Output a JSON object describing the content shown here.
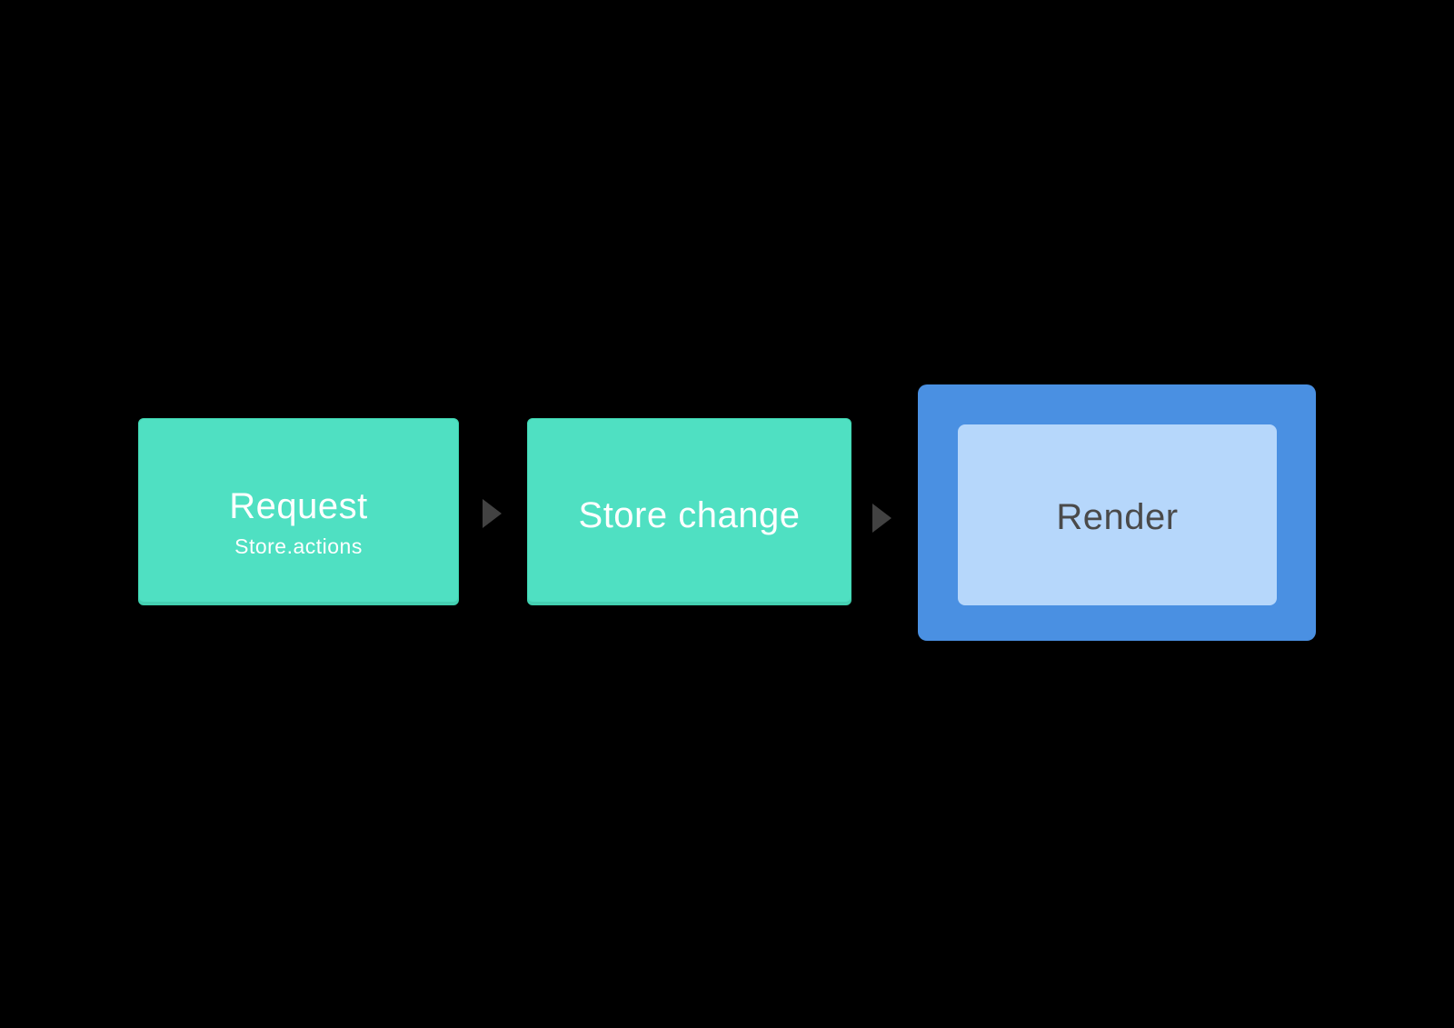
{
  "diagram": {
    "nodes": [
      {
        "id": "request",
        "title": "Request",
        "subtitle": "Store.actions"
      },
      {
        "id": "store-change",
        "title": "Store change"
      },
      {
        "id": "render",
        "title": "Render"
      }
    ],
    "connectors": [
      {
        "from": "request",
        "to": "store-change",
        "shape": "right-triangle"
      },
      {
        "from": "store-change",
        "to": "render",
        "shape": "right-triangle"
      }
    ]
  },
  "colors": {
    "background": "#000000",
    "teal-fill": "#4FE0C2",
    "teal-border": "#3DD3AE",
    "blue-fill": "#4A90E2",
    "blue-inner-fill": "#B6D7FB",
    "title-on-teal": "#FFFFFF",
    "title-on-blue": "#4A4A4A",
    "arrow": "#424242"
  }
}
